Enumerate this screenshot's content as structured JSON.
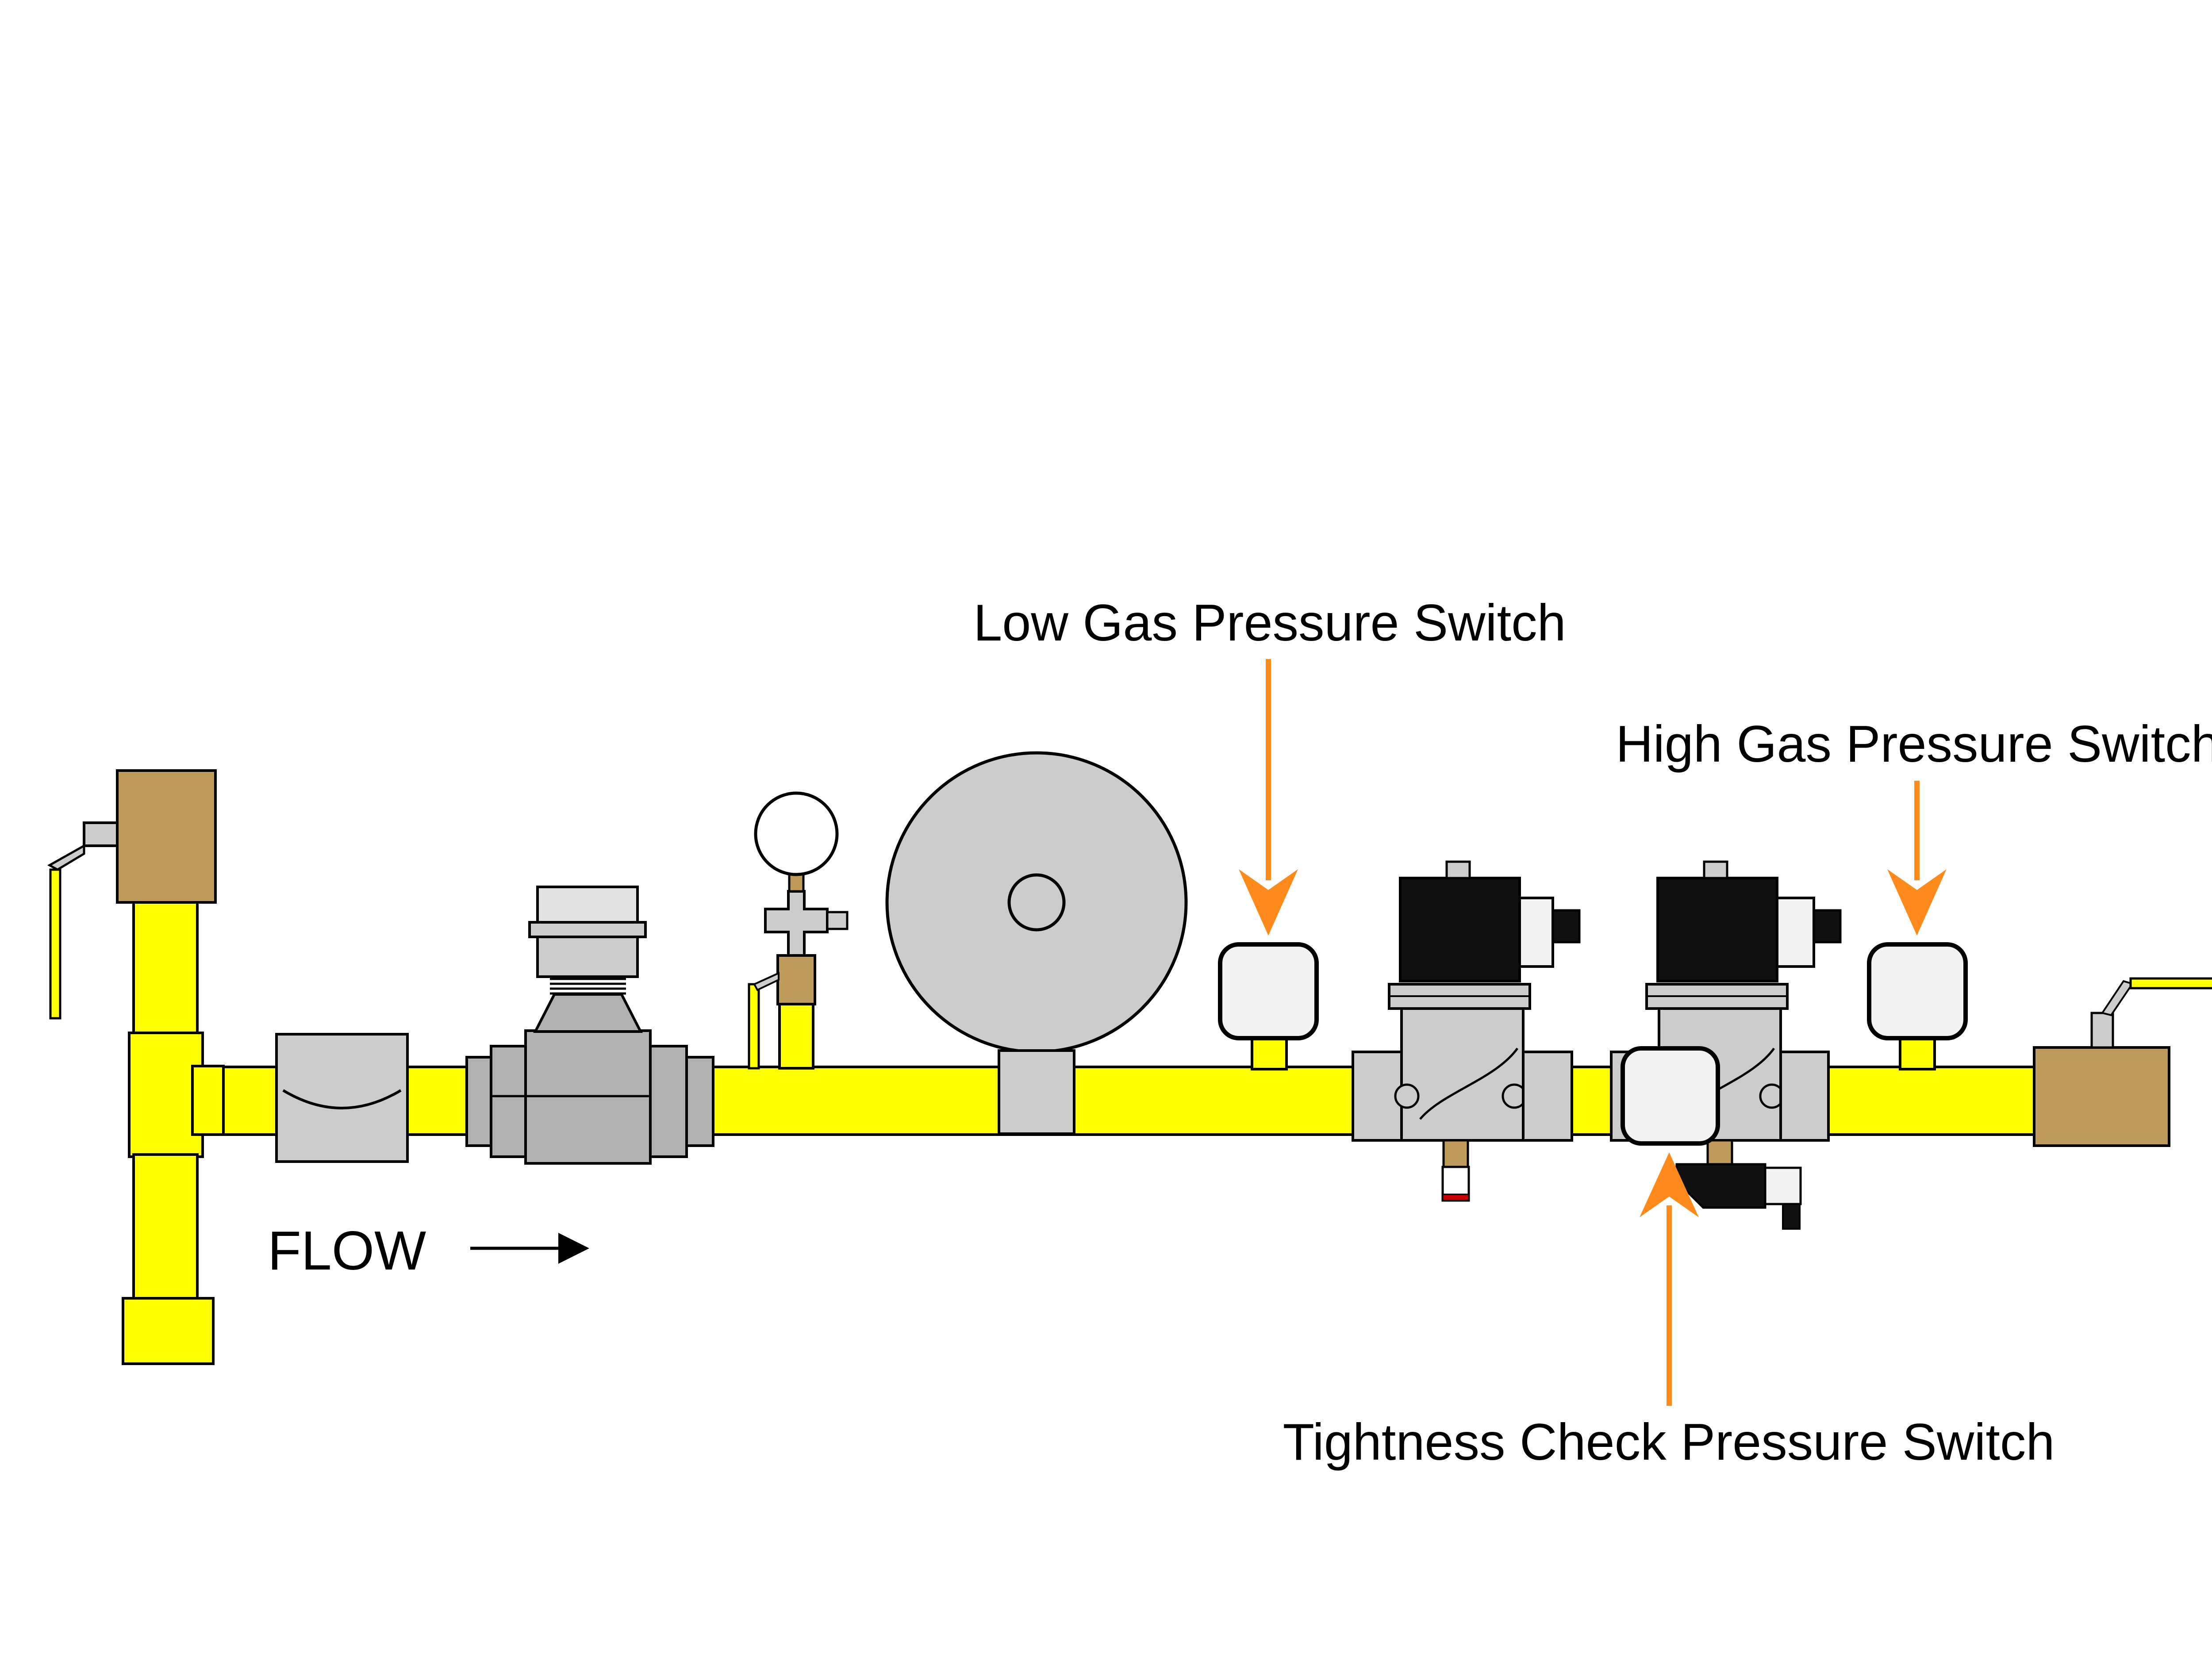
{
  "labels": {
    "low_gas": "Low Gas Pressure Switch",
    "high_gas": "High Gas Pressure Switch",
    "tightness": "Tightness Check Pressure Switch",
    "flow": "FLOW"
  },
  "colors": {
    "pipe": "#ffff00",
    "arrow": "#ff8a1c",
    "brass": "#c09a5b",
    "valve_body": "#cccccc",
    "meter_body": "#b1b1b1",
    "switch_face": "#f2f2f2",
    "coil": "#111111"
  }
}
